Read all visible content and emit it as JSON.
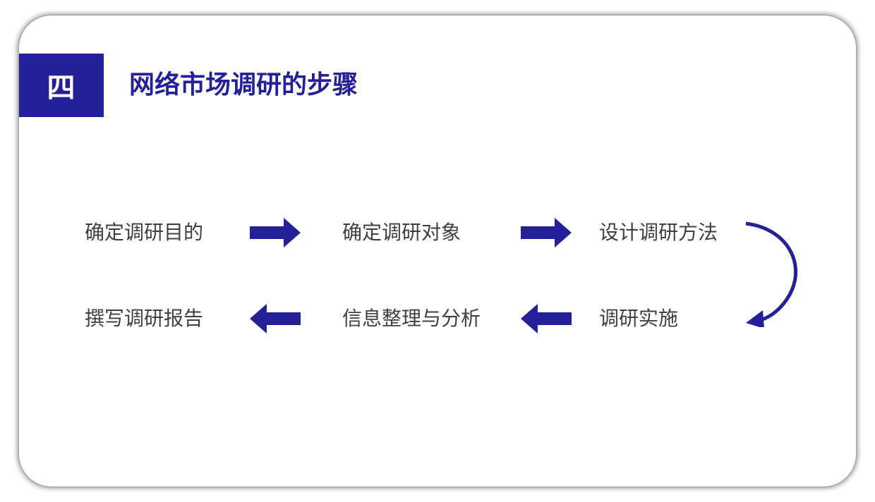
{
  "slide": {
    "number": "四",
    "title": "网络市场调研的步骤"
  },
  "steps": [
    {
      "label": "确定调研目的"
    },
    {
      "label": "确定调研对象"
    },
    {
      "label": "设计调研方法"
    },
    {
      "label": "调研实施"
    },
    {
      "label": "信息整理与分析"
    },
    {
      "label": "撰写调研报告"
    }
  ],
  "colors": {
    "accent": "#23209a",
    "text": "#404040"
  }
}
